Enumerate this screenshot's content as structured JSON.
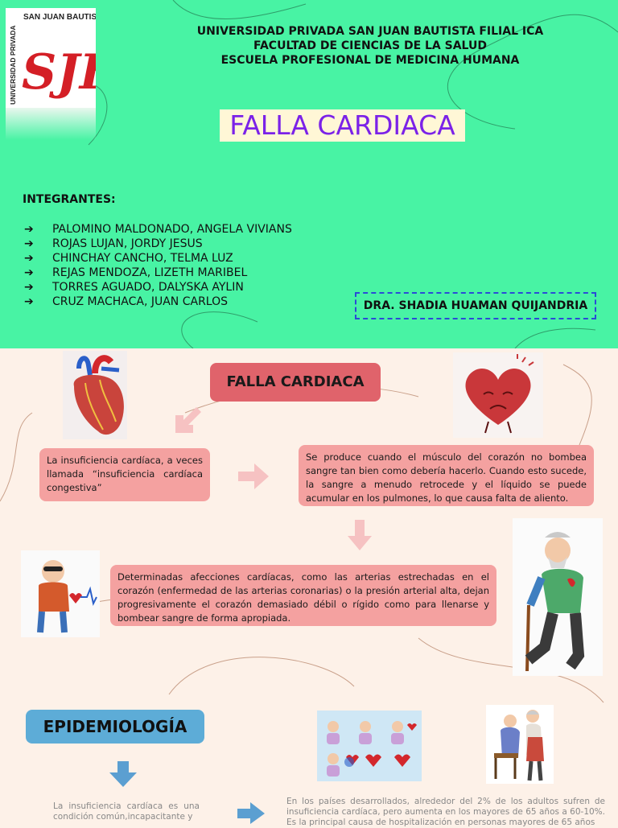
{
  "logo": {
    "arc_text": "SAN JUAN BAUTISTA",
    "side_text": "UNIVERSIDAD PRIVADA",
    "monogram": "SJB"
  },
  "header": {
    "line1": "UNIVERSIDAD PRIVADA SAN JUAN BAUTISTA FILIAL ICA",
    "line2": "FACULTAD DE CIENCIAS DE LA SALUD",
    "line3": "ESCUELA PROFESIONAL DE MEDICINA HUMANA"
  },
  "title": "FALLA CARDIACA",
  "integrantes": {
    "label": "INTEGRANTES:",
    "bullet": "➔",
    "members": [
      "PALOMINO MALDONADO, ANGELA VIVIANS",
      "ROJAS LUJAN, JORDY JESUS",
      "CHINCHAY CANCHO, TELMA LUZ",
      "REJAS MENDOZA, LIZETH MARIBEL",
      "TORRES AGUADO, DALYSKA AYLIN",
      "CRUZ MACHACA, JUAN CARLOS"
    ]
  },
  "doctor": "DRA. SHADIA HUAMAN QUIJANDRIA",
  "map": {
    "title": "FALLA CARDIACA",
    "definition": "La insuficiencia cardíaca, a veces llamada “insuficiencia cardíaca congestiva”",
    "mechanism": "Se produce cuando el músculo del corazón no bombea sangre tan bien como debería hacerlo. Cuando esto sucede, la sangre a menudo retrocede y el líquido se puede acumular en los pulmones, lo que causa falta de aliento.",
    "causes": "Determinadas afecciones cardíacas, como las arterias estrechadas en el corazón (enfermedad de las arterias coronarias) o la presión arterial alta, dejan progresivamente el corazón demasiado débil o rígido como para llenarse y bombear sangre de forma apropiada."
  },
  "epidemiology": {
    "title": "EPIDEMIOLOGÍA",
    "text_left": "La insuficiencia cardíaca es una condición común,incapacitante y",
    "text_right": "En los países desarrollados, alrededor del 2% de los adultos sufren de insuficiencia cardíaca, pero aumenta en los mayores de 65 años a 60-10%. Es la principal causa de hospitalización en personas mayores de 65 años"
  },
  "colors": {
    "top_background": "#48f3a4",
    "bottom_background": "#fdf1e8",
    "title_text": "#7b22e8",
    "red_box": "#e0636b",
    "pink_box": "#f4a1a0",
    "blue_box": "#5dacd7",
    "arrow_pink": "#f6c2c2",
    "arrow_blue": "#5b9fd1"
  },
  "icons": {
    "anatomical_heart": "anatomical-heart-icon",
    "sad_heart": "sad-heart-icon",
    "elderly_chest_pain": "elderly-chest-pain-icon",
    "old_man_cane": "old-man-with-cane-icon",
    "patients_grid": "heart-patients-grid-icon",
    "elderly_couple": "elderly-couple-icon"
  }
}
